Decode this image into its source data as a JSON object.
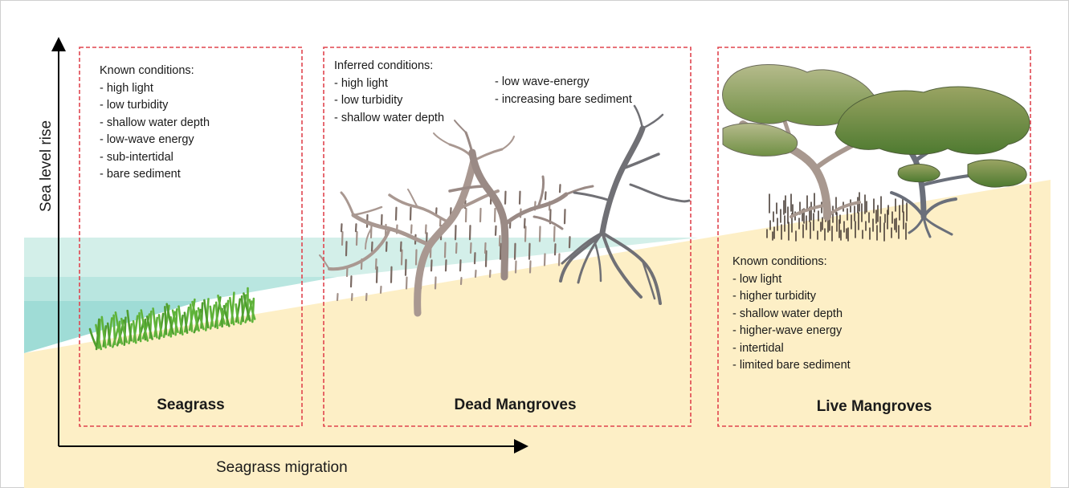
{
  "axes": {
    "y_label": "Sea level rise",
    "x_label": "Seagrass migration"
  },
  "panels": {
    "seagrass": {
      "label": "Seagrass",
      "conditions": {
        "heading": "Known conditions:",
        "items": [
          "- high light",
          "- low turbidity",
          "- shallow water depth",
          "- low-wave energy",
          "- sub-intertidal",
          "- bare sediment"
        ]
      }
    },
    "dead_mangroves": {
      "label": "Dead Mangroves",
      "conditions": {
        "heading": "Inferred conditions:",
        "items_col1": [
          "- high light",
          "- low turbidity",
          "- shallow water depth"
        ],
        "items_col2": [
          "- low wave-energy",
          "- increasing bare sediment"
        ]
      }
    },
    "live_mangroves": {
      "label": "Live Mangroves",
      "conditions": {
        "heading": "Known conditions:",
        "items": [
          "- low light",
          "- higher turbidity",
          "- shallow water depth",
          "- higher-wave energy",
          "- intertidal",
          "- limited bare sediment"
        ]
      }
    }
  },
  "colors": {
    "sediment": "#fdefc6",
    "water_light": "#d3efe9",
    "water_mid": "#b9e6e0",
    "water_dark": "#9fdcd6",
    "panel_border": "#e0454f",
    "seagrass": "#5fb33a",
    "dead_wood": "#a99891",
    "live_canopy": "#7f9a52",
    "axis": "#000000"
  }
}
